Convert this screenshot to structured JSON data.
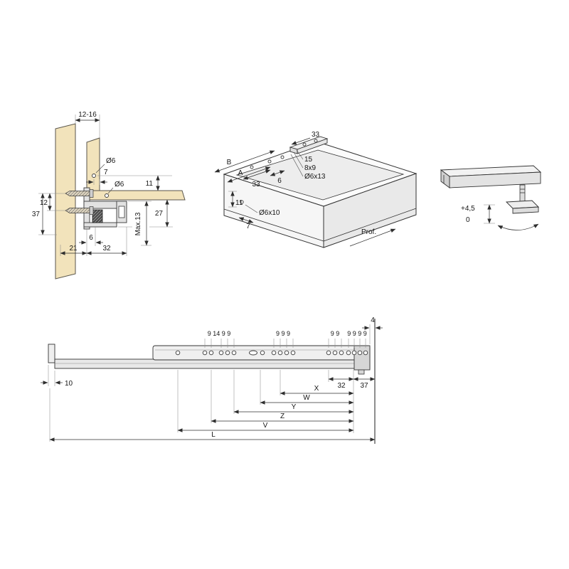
{
  "drawing": {
    "colors": {
      "wood": "#f2e3bb",
      "metal": "#e2e2e2",
      "line": "#333333"
    },
    "cross_section": {
      "gap_width": "12-16",
      "hole_dia_side": "Ø6",
      "hole_offset": "7",
      "hole_dia_front": "Ø6",
      "height_11": "11",
      "height_27": "27",
      "height_37": "37",
      "screw_spacing": "12",
      "offset_6": "6",
      "width_21": "21",
      "width_32": "32",
      "max_depth": "Max.13"
    },
    "isometric": {
      "bracket_length": "33",
      "dim_15": "15",
      "slot_8x9": "8x9",
      "hole_6x13": "Ø6x13",
      "dim_b": "B",
      "dim_a": "A",
      "dim_33": "33",
      "dim_6": "6",
      "dim_11": "11",
      "hole_6x10": "Ø6x10",
      "dim_7": "7",
      "depth_label": "Prof."
    },
    "adjustment": {
      "range_up": "+4,5",
      "range_zero": "0"
    },
    "side_view": {
      "gap_4": "4",
      "holes_group_1": "9 14 9 9",
      "holes_group_2": "9 9 9",
      "holes_group_3": "9 9",
      "holes_group_4": "9 9 9 9",
      "front_offset": "10",
      "dim_32": "32",
      "dim_37": "37",
      "dim_x": "X",
      "dim_w": "W",
      "dim_y": "Y",
      "dim_z": "Z",
      "dim_v": "V",
      "dim_l": "L"
    }
  }
}
